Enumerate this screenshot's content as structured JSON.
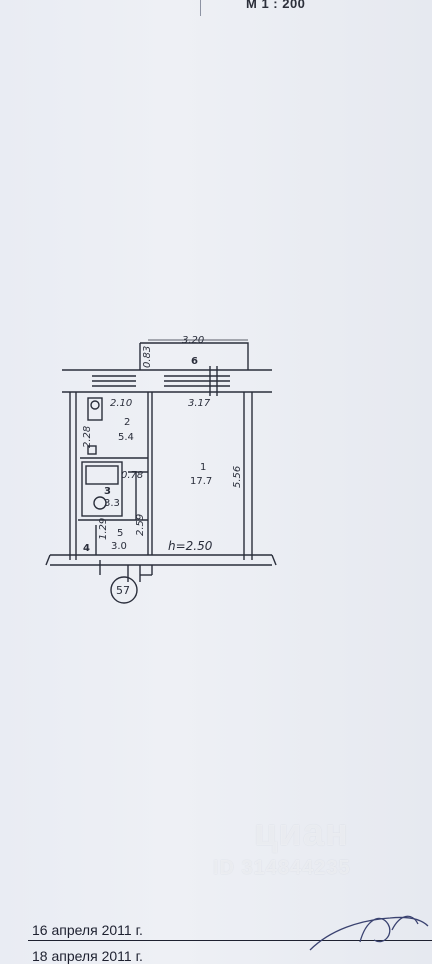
{
  "header": {
    "scale": "М 1 : 200"
  },
  "plan": {
    "dims": {
      "top_width": "3.20",
      "balcony_depth": "0.83",
      "room_width": "3.17",
      "kitchen_width": "2.10",
      "kitchen_depth": "2.28",
      "bath_width": "0.78",
      "room_length": "5.56",
      "corridor_length": "2.59",
      "hall_width": "1.29",
      "ceiling_height": "h=2.50"
    },
    "rooms": [
      {
        "num": "1",
        "area": "17.7"
      },
      {
        "num": "2",
        "area": "5.4"
      },
      {
        "num": "3",
        "area": "3.3"
      },
      {
        "num": "4",
        "area": ""
      },
      {
        "num": "5",
        "area": "3.0"
      },
      {
        "num": "6",
        "area": ""
      }
    ],
    "apartment_number": "57"
  },
  "footer": {
    "date1": "16 апреля 2011 г.",
    "date2": "18 апреля 2011 г."
  },
  "watermark": {
    "brand": "циан",
    "id": "ID 314844235"
  },
  "colors": {
    "ink": "#2a2e3b",
    "paper": "#eceef4"
  }
}
